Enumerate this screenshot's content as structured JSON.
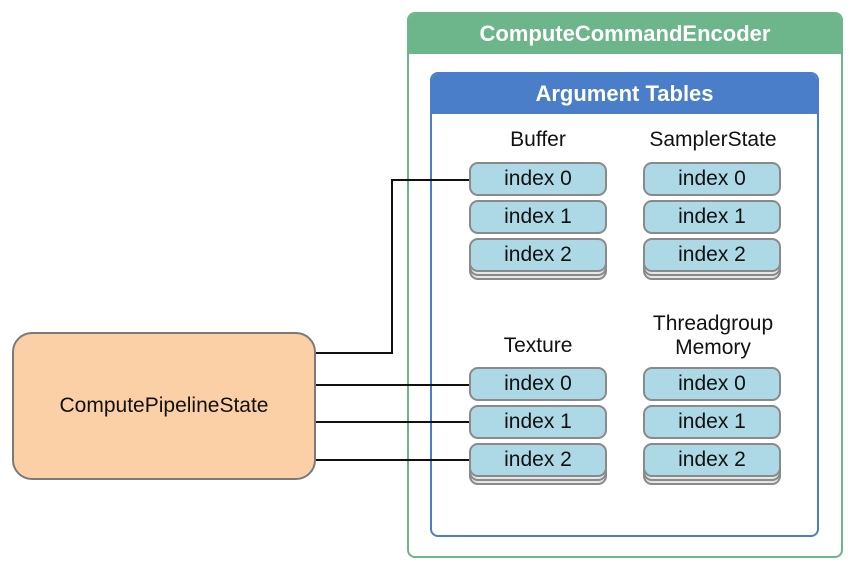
{
  "encoder": {
    "title": "ComputeCommandEncoder"
  },
  "argument_tables": {
    "title": "Argument Tables",
    "buffer": {
      "label": "Buffer",
      "slots": [
        "index 0",
        "index 1",
        "index 2"
      ]
    },
    "sampler": {
      "label": "SamplerState",
      "slots": [
        "index 0",
        "index 1",
        "index 2"
      ]
    },
    "texture": {
      "label": "Texture",
      "slots": [
        "index 0",
        "index 1",
        "index 2"
      ]
    },
    "threadgroup": {
      "label_line1": "Threadgroup",
      "label_line2": "Memory",
      "slots": [
        "index 0",
        "index 1",
        "index 2"
      ]
    }
  },
  "pipeline": {
    "label": "ComputePipelineState"
  },
  "colors": {
    "encoder": "#6db58b",
    "argument_tables": "#4a7ec8",
    "slot_fill": "#add8e6",
    "pipeline_fill": "#fbd0a6"
  }
}
